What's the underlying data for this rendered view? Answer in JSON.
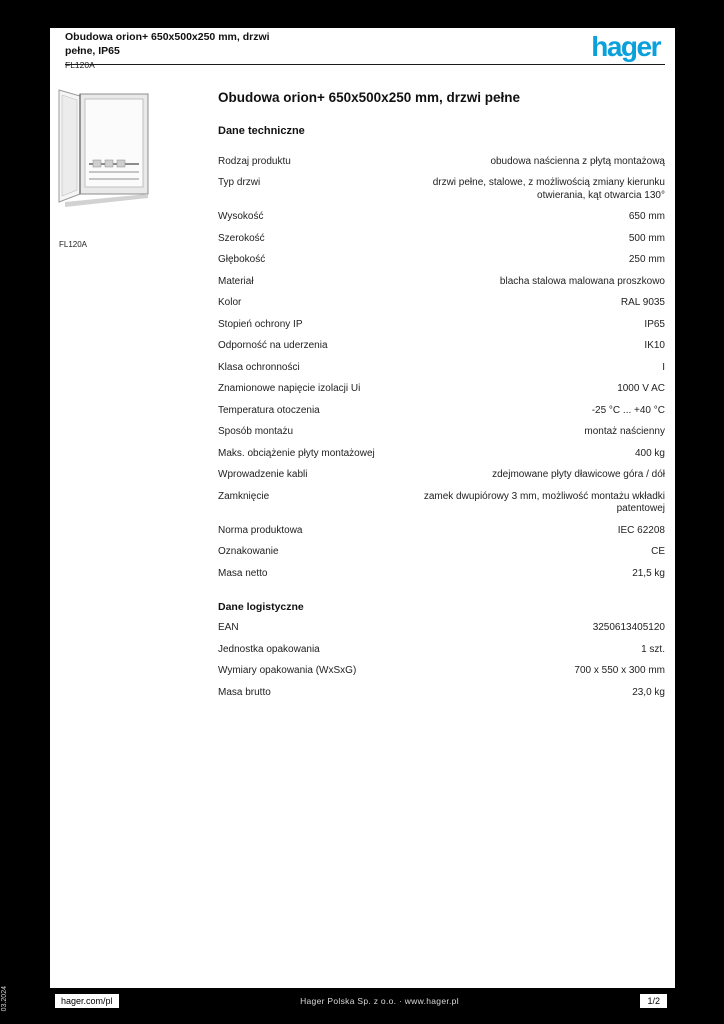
{
  "header": {
    "title_line1": "Obudowa orion+ 650x500x250 mm, drzwi",
    "title_line2": "pełne, IP65",
    "ref": "FL120A",
    "logo_text": "hager"
  },
  "product": {
    "heading": "Obudowa orion+ 650x500x250 mm, drzwi pełne",
    "tech_section_title": "Dane techniczne",
    "ref_caption": "FL120A",
    "image_name": "enclosure-open-door-photo"
  },
  "specs": [
    {
      "t": "row",
      "label": "Rodzaj produktu",
      "value": "obudowa naścienna z płytą montażową"
    },
    {
      "t": "row",
      "label": "Typ drzwi",
      "value": "drzwi pełne, stalowe, z możliwością zmiany kierunku otwierania, kąt otwarcia 130°"
    },
    {
      "t": "row",
      "label": "Wysokość",
      "value": "650 mm"
    },
    {
      "t": "row",
      "label": "Szerokość",
      "value": "500 mm"
    },
    {
      "t": "row",
      "label": "Głębokość",
      "value": "250 mm"
    },
    {
      "t": "row",
      "label": "Materiał",
      "value": "blacha stalowa malowana proszkowo"
    },
    {
      "t": "row",
      "label": "Kolor",
      "value": "RAL 9035"
    },
    {
      "t": "row",
      "label": "Stopień ochrony IP",
      "value": "IP65"
    },
    {
      "t": "row",
      "label": "Odporność na uderzenia",
      "value": "IK10"
    },
    {
      "t": "row",
      "label": "Klasa ochronności",
      "value": "I"
    },
    {
      "t": "row",
      "label": "Znamionowe napięcie izolacji Ui",
      "value": "1000 V AC"
    },
    {
      "t": "row",
      "label": "Temperatura otoczenia",
      "value": "-25 °C ... +40 °C"
    },
    {
      "t": "row",
      "label": "Sposób montażu",
      "value": "montaż naścienny"
    },
    {
      "t": "row",
      "label": "Maks. obciążenie płyty montażowej",
      "value": "400 kg"
    },
    {
      "t": "row",
      "label": "Wprowadzenie kabli",
      "value": "zdejmowane płyty dławicowe góra / dół"
    },
    {
      "t": "row",
      "label": "Zamknięcie",
      "value": "zamek dwupiórowy 3 mm, możliwość montażu wkładki patentowej"
    },
    {
      "t": "row",
      "label": "Norma produktowa",
      "value": "IEC 62208"
    },
    {
      "t": "row",
      "label": "Oznakowanie",
      "value": "CE"
    },
    {
      "t": "row",
      "label": "Masa netto",
      "value": "21,5 kg"
    },
    {
      "t": "section",
      "label": "Dane logistyczne"
    },
    {
      "t": "row",
      "label": "EAN",
      "value": "3250613405120"
    },
    {
      "t": "row",
      "label": "Jednostka opakowania",
      "value": "1 szt."
    },
    {
      "t": "row",
      "label": "Wymiary opakowania (WxSxG)",
      "value": "700 x 550 x 300 mm"
    },
    {
      "t": "row",
      "label": "Masa brutto",
      "value": "23,0 kg"
    }
  ],
  "footer": {
    "site": "hager.com/pl",
    "company": "Hager Polska Sp. z o.o. · www.hager.pl",
    "page_indicator": "1/2",
    "edge_label": "03.2024"
  }
}
